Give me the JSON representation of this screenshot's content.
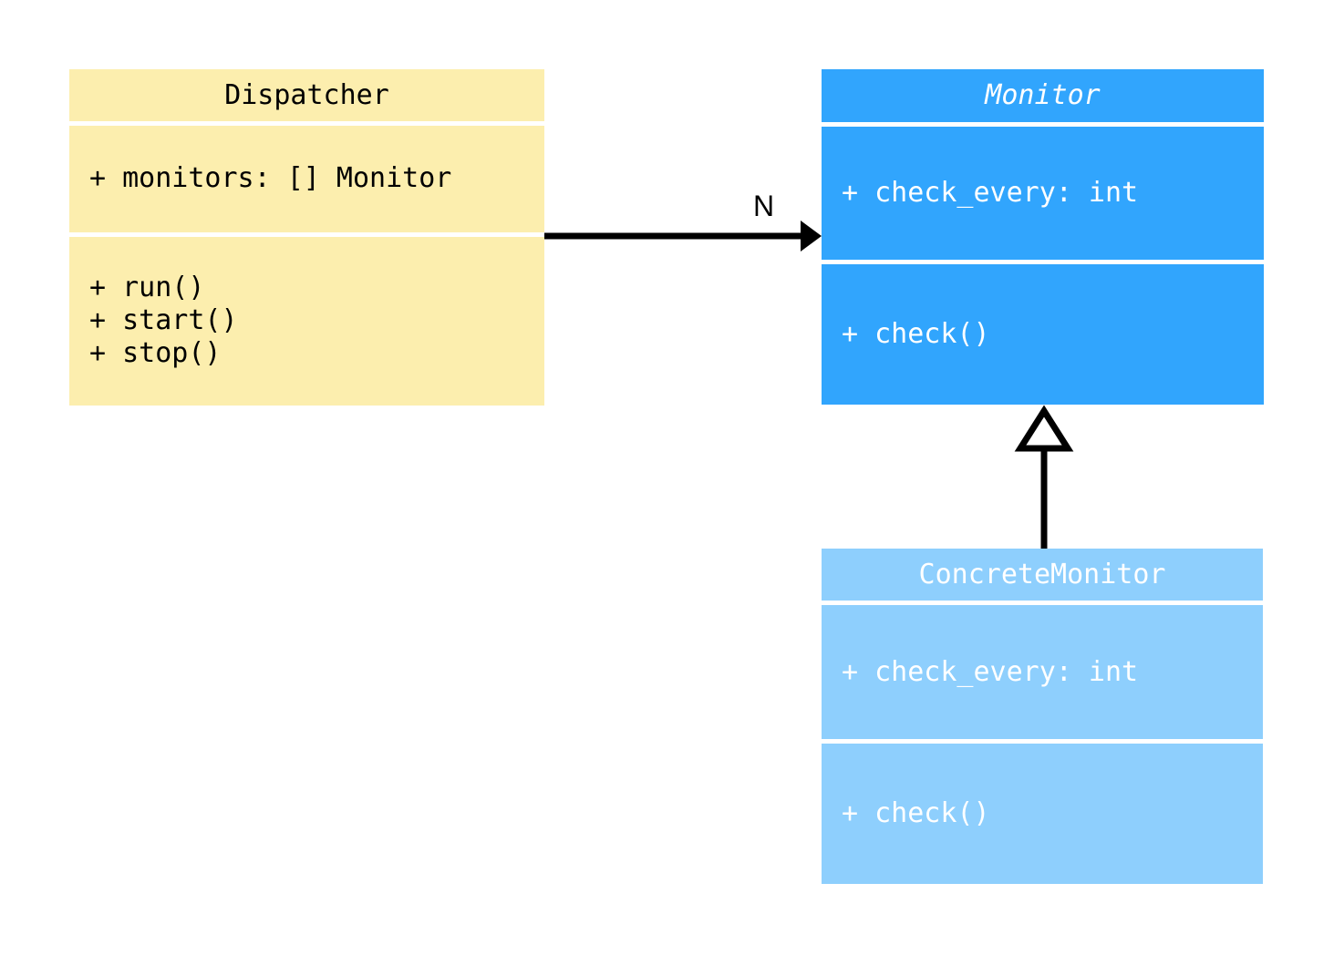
{
  "diagram": {
    "kind": "uml-class-diagram",
    "background_color": "#ffffff",
    "classes": [
      {
        "id": "dispatcher",
        "name": "Dispatcher",
        "abstract": false,
        "fill_color": "#fceeae",
        "text_color": "#000000",
        "attributes": [
          "+ monitors: [] Monitor"
        ],
        "methods": [
          "+ run()",
          "+ start()",
          "+ stop()"
        ]
      },
      {
        "id": "monitor",
        "name": "Monitor",
        "abstract": true,
        "fill_color": "#31a5fd",
        "text_color": "#ffffff",
        "attributes": [
          "+ check_every: int"
        ],
        "methods": [
          "+ check()"
        ]
      },
      {
        "id": "concrete_monitor",
        "name": "ConcreteMonitor",
        "abstract": false,
        "fill_color": "#8ecffd",
        "text_color": "#ffffff",
        "attributes": [
          "+ check_every: int"
        ],
        "methods": [
          "+ check()"
        ]
      }
    ],
    "relationships": [
      {
        "id": "dispatcher_to_monitor",
        "type": "association",
        "from": "Dispatcher",
        "to": "Monitor",
        "multiplicity_label": "N",
        "arrowhead": "filled-triangle",
        "line": "solid",
        "color": "#000000"
      },
      {
        "id": "concrete_monitor_to_monitor",
        "type": "inheritance",
        "from": "ConcreteMonitor",
        "to": "Monitor",
        "arrowhead": "hollow-triangle",
        "line": "solid",
        "color": "#000000"
      }
    ]
  }
}
